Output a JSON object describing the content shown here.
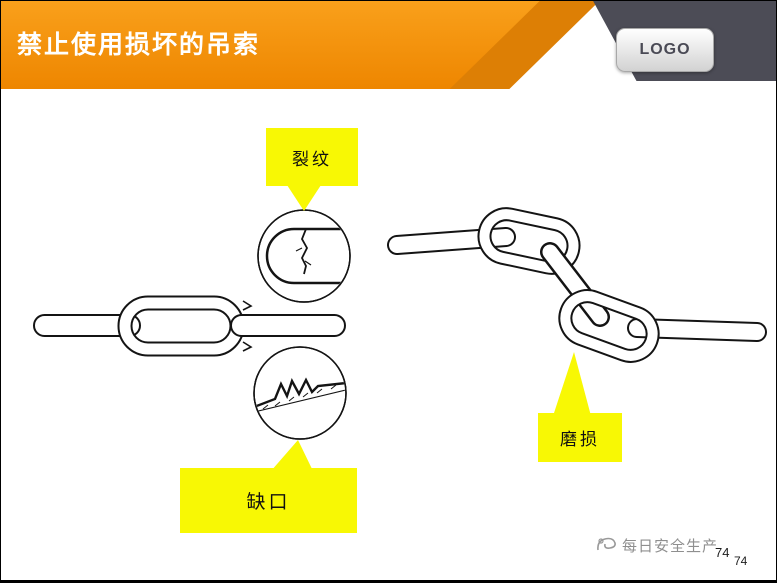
{
  "header": {
    "title": "禁止使用损坏的吊索",
    "logo_text": "LOGO"
  },
  "callouts": {
    "crack": "裂纹",
    "notch": "缺口",
    "wear": "磨损"
  },
  "footer": {
    "watermark": "每日安全生产",
    "page_number": "74",
    "page_number_overlay": "74"
  },
  "icons": {
    "watermark": "scribble-signature-icon",
    "logo": "logo-badge"
  },
  "colors": {
    "header_orange": "#F9A01B",
    "header_orange_deep": "#EE8600",
    "header_stripe": "#DD7F05",
    "header_gray": "#4C4C56",
    "callout_yellow": "#F8F804",
    "ink": "#141414",
    "watermark_gray": "#8F8F8F"
  }
}
